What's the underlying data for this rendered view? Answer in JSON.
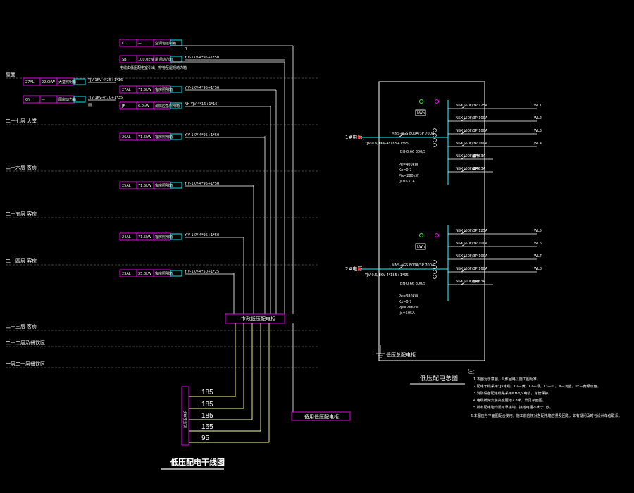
{
  "colors": {
    "background": "#000000",
    "magenta": "#ff00ff",
    "cyan": "#00ffff",
    "white": "#ffffff",
    "yellow": "#ffff99",
    "red": "#ff3333",
    "green": "#33ff33",
    "dashed": "#8a8a8a"
  },
  "left": {
    "title": "低压配电干线图",
    "floors": [
      "屋面",
      "二十七层 大堂",
      "二十六层 客房",
      "二十五层 客房",
      "二十四层 客房",
      "二十三层 客房",
      "二十二层及餐饮区",
      "一层二十层餐饮区"
    ],
    "supplies": [
      {
        "code": "KT",
        "power": "—",
        "name": "空调箱控制箱",
        "cable": "",
        "tag": "R"
      },
      {
        "code": "SB",
        "power": "100.0kW",
        "name": "屋顶动力箱",
        "cable": "YJV-1KV-4*95+1*50",
        "note": "电缆由低压配电室引出，穿管至屋顶动力箱"
      },
      {
        "code": "27AL",
        "power": "22.0kW",
        "name": "大堂照明箱",
        "cable": "YJV-1KV-4*25+1*16",
        "tag": ""
      },
      {
        "code": "GY",
        "power": "—",
        "name": "厨房动力箱",
        "cable": "YJV-1KV-4*70+1*35",
        "tag": "厨"
      },
      {
        "code": "27AL",
        "power": "71.5kW",
        "name": "客房照明箱",
        "cable": "YJV-1KV-4*95+1*50"
      },
      {
        "code": "JF",
        "power": "6.0kW",
        "name": "消防应急照明箱",
        "cable": "NH-YJV-4*16+1*16"
      },
      {
        "code": "26AL",
        "power": "71.5kW",
        "name": "客房照明箱",
        "cable": "YJV-1KV-4*95+1*50"
      },
      {
        "code": "25AL",
        "power": "71.5kW",
        "name": "客房照明箱",
        "cable": "YJV-1KV-4*95+1*50"
      },
      {
        "code": "24AL",
        "power": "71.5kW",
        "name": "客房照明箱",
        "cable": "YJV-1KV-4*95+1*50"
      },
      {
        "code": "23AL",
        "power": "35.0kW",
        "name": "客房照明箱",
        "cable": "YJV-1KV-4*50+1*25"
      }
    ],
    "main_cabinet": "市政低压配电柜",
    "side_box": "低压配电柜",
    "aux_cabinet": "备用低压配电柜",
    "cable_sizes": [
      "185",
      "185",
      "185",
      "165",
      "95"
    ]
  },
  "right": {
    "title": "低压配电总图",
    "cabinet_label": "低压总配电柜",
    "sections": [
      {
        "incoming": "1#电源",
        "incoming_cable": "YJV-0.6/1KV-4*185+1*95",
        "breaker": "MNS-AGS 800A/3P 700A",
        "meter": "kWh",
        "ct": "BH-0.66 800/5",
        "params": [
          "Pe=400kW",
          "Kx=0.7",
          "Pjs=280kW",
          "Ijs=531A"
        ],
        "branches": [
          "NSX160F/3P 125A",
          "NSX160F/3P 100A",
          "NSX160F/3P 100A",
          "NSX160F/3P 160A",
          "NSX100F/3P 63A",
          "NSX100F/3P 63A"
        ],
        "loads": [
          "WL1",
          "WL2",
          "WL3",
          "WL4",
          "备用",
          "备用"
        ]
      },
      {
        "incoming": "2#电源",
        "incoming_cable": "YJV-0.6/1KV-4*185+1*95",
        "breaker": "MNS-AGS 800A/3P 700A",
        "meter": "kWh",
        "ct": "BH-0.66 800/5",
        "params": [
          "Pe=380kW",
          "Kx=0.7",
          "Pjs=266kW",
          "Ijs=505A"
        ],
        "branches": [
          "NSX160F/3P 125A",
          "NSX160F/3P 100A",
          "NSX160F/3P 100A",
          "NSX160F/3P 160A",
          "NSX100F/3P 63A"
        ],
        "loads": [
          "WL5",
          "WL6",
          "WL7",
          "WL8",
          "备用"
        ]
      }
    ],
    "notes_title": "注：",
    "notes": [
      "1.本图为示意图，具体回路以施工图为准。",
      "2.配电干线采用YJV电缆，L1—黄，L2—绿，L3—红，N—淡蓝，PE—黄绿双色。",
      "3.消防设备配电线路采用NH-YJV电缆，穿管保护。",
      "4.电缆桥架安装高度距地2.8米，详见平面图。",
      "5.所有配电箱均需可靠接地，接地电阻不大于1欧。"
    ],
    "notes_red": "6.本图应与平面图配合使用，施工前应核对各配电箱容量及回路，如有疑问及时与设计单位联系。"
  }
}
